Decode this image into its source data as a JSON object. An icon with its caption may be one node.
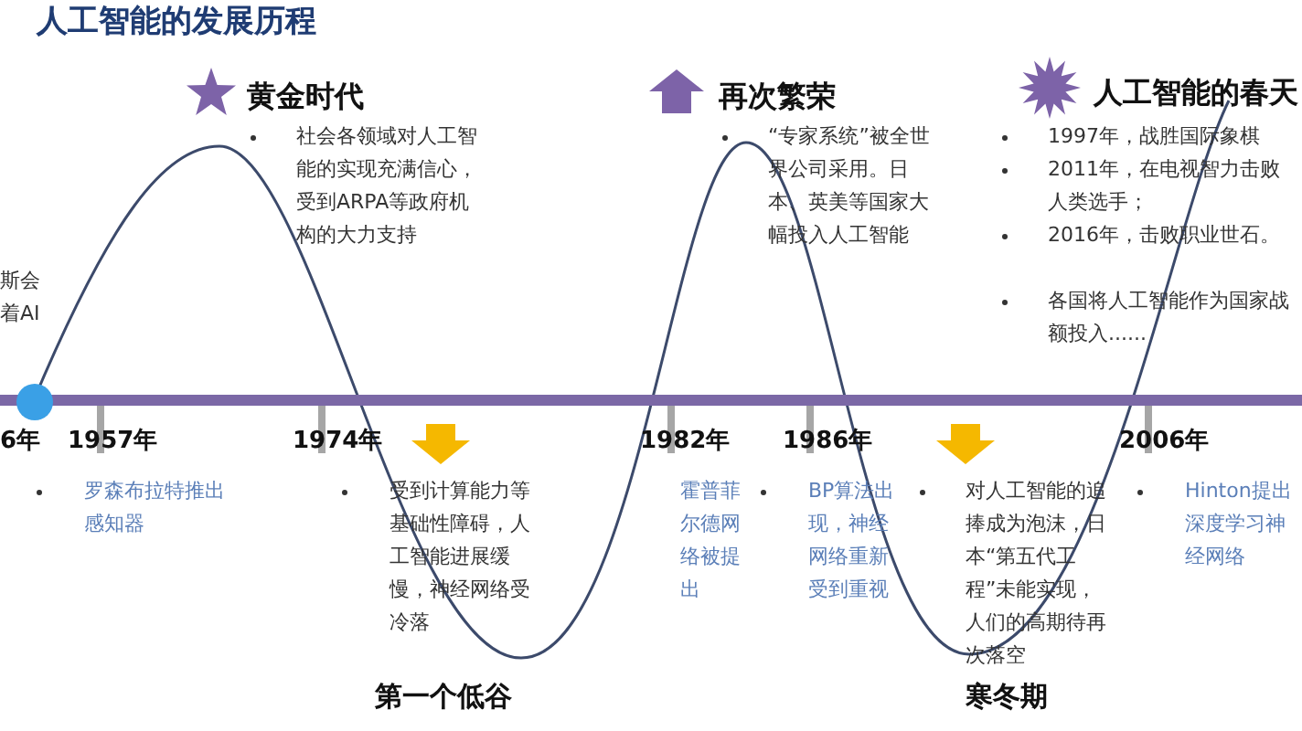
{
  "diagram": {
    "title": "人工智能的发展历程",
    "labels": [
      "黄金时代",
      "社会各领域对人工智能的实现充满信心，受到ARPA等政府机构的大力支持",
      "再次繁荣",
      "“专家系统”被全世界公司采用。日本、英美等国家大幅投入人工智能",
      "人工智能的春天",
      "1997年，战胜国际象棋",
      "2011年，在电视智力击败人类选手；",
      "2016年，击败职业世石。",
      "斯会着AI",
      "各国将人工智能作为国家战额投入......",
      "6年",
      "1957年",
      "1974年",
      "1982年",
      "1986年",
      "2006年",
      "罗森布拉特推出感知器",
      "受到计算能力等基础性障碍，人工智能进展缓慢，神经网络受冷落",
      "霍普菲尔德网络被提出",
      "BP算法出现，神经网络重新受到重视",
      "对人工智能的追捧成为泡沫，日本“第五代工程”未能实现，人们的高期待再次落空",
      "Hinton提出深度学习神经网络",
      "第一个低谷",
      "寒冬期"
    ]
  }
}
